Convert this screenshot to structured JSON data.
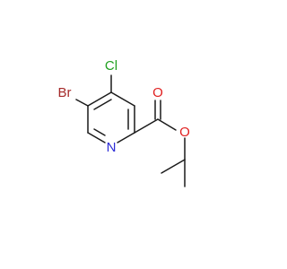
{
  "molecule": {
    "atoms": {
      "bromine": "Br",
      "chlorine": "Cl",
      "nitrogen": "N",
      "oxygen_carbonyl": "O",
      "oxygen_ester": "O"
    },
    "colors": {
      "bond": "#1a1a1a",
      "bromine": "#a52a2a",
      "chlorine": "#1fa01f",
      "nitrogen": "#2b2bd6",
      "oxygen": "#e02020"
    }
  }
}
